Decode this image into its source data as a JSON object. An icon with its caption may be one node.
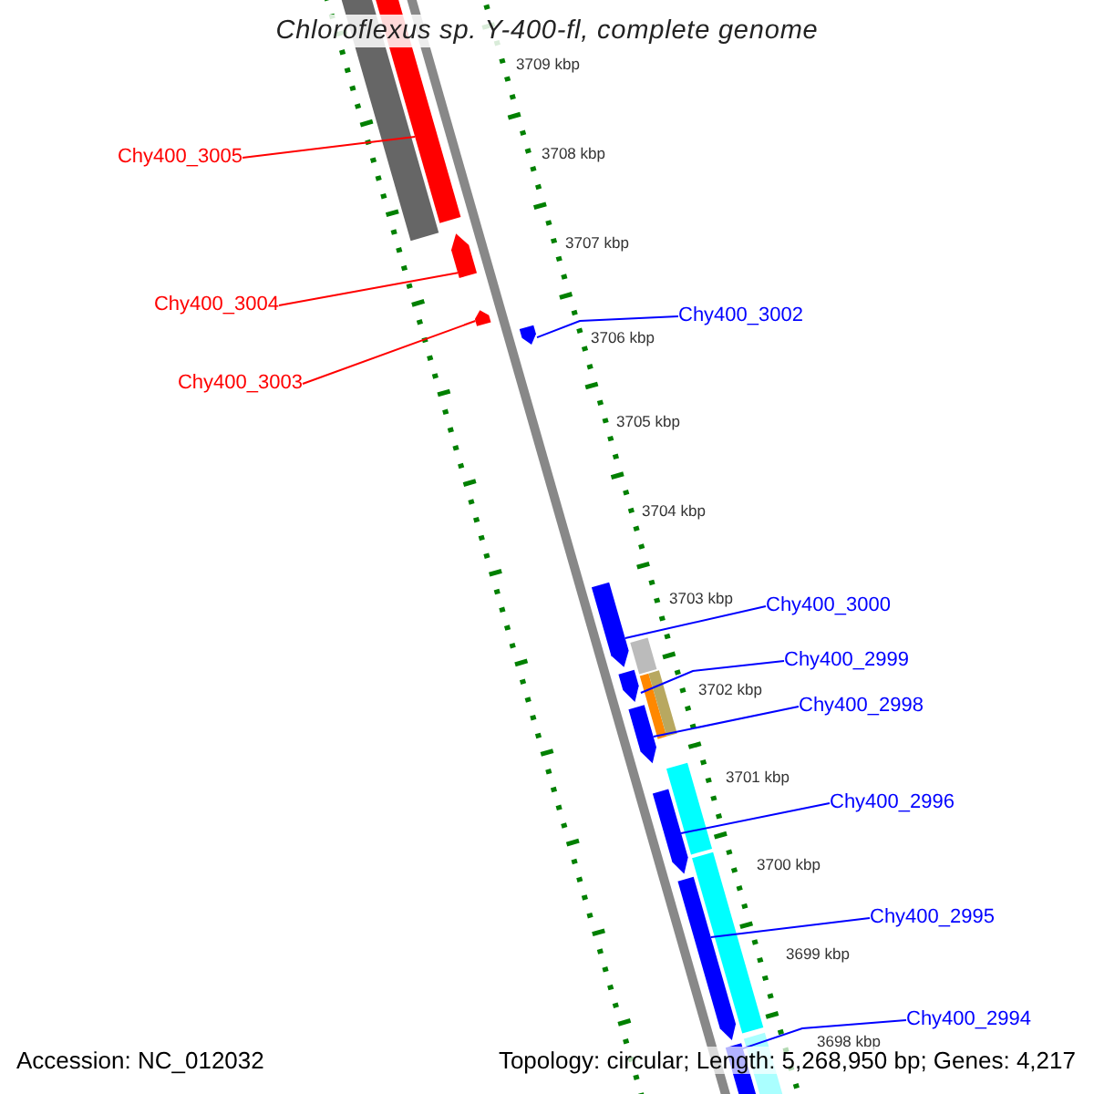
{
  "diagram": {
    "title": "Chloroflexus sp. Y-400-fl, complete genome",
    "nodes": [
      {
        "text": [
          "Chy400_3005"
        ]
      },
      {
        "text": [
          "Chy400_3004"
        ]
      },
      {
        "text": [
          "Chy400_3002"
        ]
      },
      {
        "text": [
          "Chy400_3003"
        ]
      },
      {
        "text": [
          "Chy400_3000"
        ]
      },
      {
        "text": [
          "Chy400_2999"
        ]
      },
      {
        "text": [
          "Chy400_2998"
        ]
      },
      {
        "text": [
          "Chy400_2996"
        ]
      },
      {
        "text": [
          "Chy400_2995"
        ]
      },
      {
        "text": [
          "Chy400_2994"
        ]
      },
      {
        "text": [],
        "shape": "bar"
      },
      {
        "text": [],
        "shape": "bar"
      },
      {
        "text": [],
        "shape": "bar"
      },
      {
        "text": [],
        "shape": "bar"
      },
      {
        "text": [],
        "shape": "bar"
      },
      {
        "text": [],
        "shape": "bar"
      },
      {
        "text": [],
        "shape": "bar"
      },
      {
        "text": [],
        "shape": "bar"
      },
      {
        "text": [],
        "shape": "bar"
      },
      {
        "text": [],
        "shape": "bar"
      },
      {
        "text": [],
        "shape": "bar"
      },
      {
        "text": [],
        "shape": "bar"
      },
      {
        "text": [],
        "shape": "bar"
      },
      {
        "text": [],
        "shape": "bar"
      },
      {
        "text": [],
        "shape": "bar"
      },
      {
        "text": [],
        "shape": "bar"
      },
      {
        "text": [],
        "shape": "bar"
      }
    ],
    "edges": [
      {
        "from": 0,
        "to": 11,
        "arrow": "none",
        "color": "#ff0000"
      },
      {
        "from": 1,
        "to": 12,
        "arrow": "none",
        "color": "#ff0000"
      },
      {
        "from": 2,
        "to": 14,
        "arrow": "none"
      },
      {
        "from": 3,
        "to": 13,
        "arrow": "none",
        "color": "#ff0000"
      },
      {
        "from": 4,
        "to": 15,
        "arrow": "none"
      },
      {
        "from": 5,
        "to": 17,
        "arrow": "none"
      },
      {
        "from": 6,
        "to": 20,
        "arrow": "none"
      },
      {
        "from": 7,
        "to": 22,
        "arrow": "none"
      },
      {
        "from": 8,
        "to": 24,
        "arrow": "none"
      },
      {
        "from": 9,
        "to": 26,
        "arrow": "none"
      }
    ],
    "labels": [
      "3709 kbp",
      "3708 kbp",
      "3707 kbp",
      "3706 kbp",
      "3705 kbp",
      "3704 kbp",
      "3703 kbp",
      "3702 kbp",
      "3701 kbp",
      "3700 kbp",
      "3699 kbp",
      "3698 kbp",
      "Accession: NC_012032",
      "Topology: circular; Length: 5,268,950 bp; Genes: 4,217"
    ]
  }
}
